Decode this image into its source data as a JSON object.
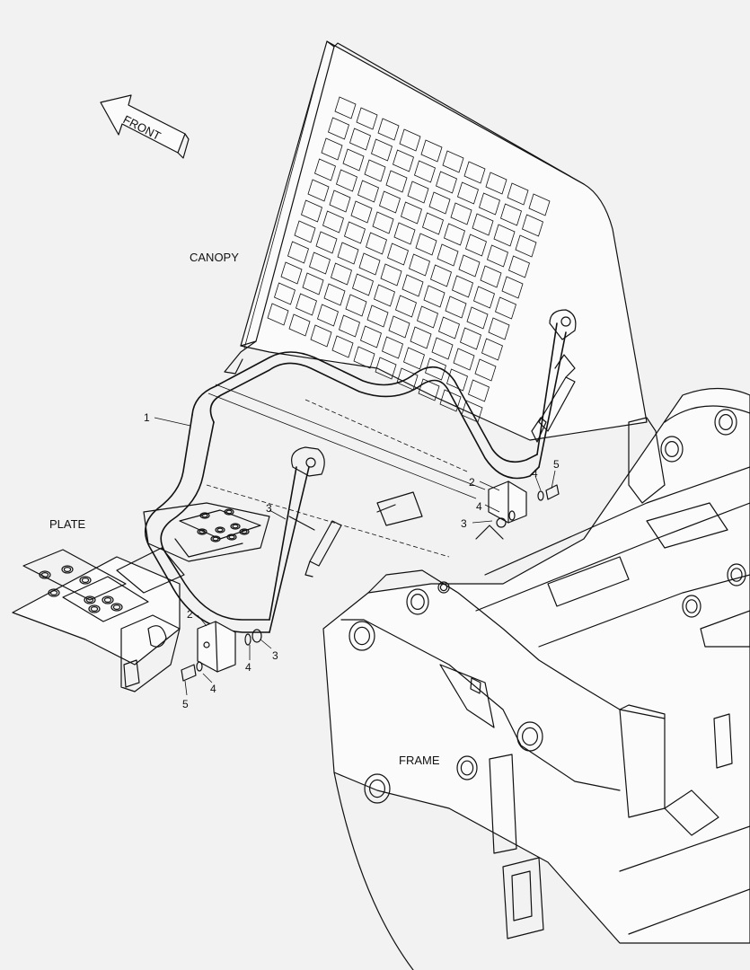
{
  "labels": {
    "front": "FRONT",
    "canopy": "CANOPY",
    "plate": "PLATE",
    "frame": "FRAME"
  },
  "callouts": {
    "rops_bar": "1",
    "bracket_left": "2",
    "bracket_right": "2",
    "nut_left": "3",
    "nut_right": "3",
    "nut_upper": "3",
    "washer_left_a": "4",
    "washer_left_b": "4",
    "washer_right_a": "4",
    "washer_right_b": "4",
    "bolt_left": "5",
    "bolt_right": "5"
  },
  "colors": {
    "line": "#111111",
    "paper": "#f2f2f2"
  },
  "icons": {
    "front_arrow": "front-arrow-icon"
  }
}
